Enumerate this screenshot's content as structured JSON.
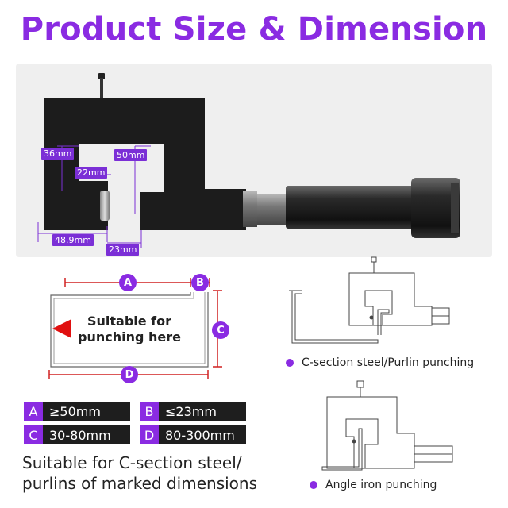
{
  "title": "Product Size & Dimension",
  "photo_labels": {
    "l36": "36mm",
    "l50": "50mm",
    "l22": "22mm",
    "l48": "48.9mm",
    "l23": "23mm"
  },
  "diagram": {
    "a": "A",
    "b": "B",
    "c": "C",
    "d": "D",
    "punch_line1": "Suitable for",
    "punch_line2": "punching here"
  },
  "specs": [
    {
      "key": "A",
      "value": "≥50mm"
    },
    {
      "key": "B",
      "value": "≤23mm"
    },
    {
      "key": "C",
      "value": "30-80mm"
    },
    {
      "key": "D",
      "value": "80-300mm"
    }
  ],
  "bottom_text": {
    "line1": "Suitable for C-section steel/",
    "line2": "purlins of marked dimensions"
  },
  "captions": {
    "c_section": "C-section steel/Purlin punching",
    "angle_iron": "Angle iron punching"
  },
  "colors": {
    "accent": "#8a2be2",
    "spec_bg": "#1e1e1e",
    "arrow": "#e01010"
  }
}
